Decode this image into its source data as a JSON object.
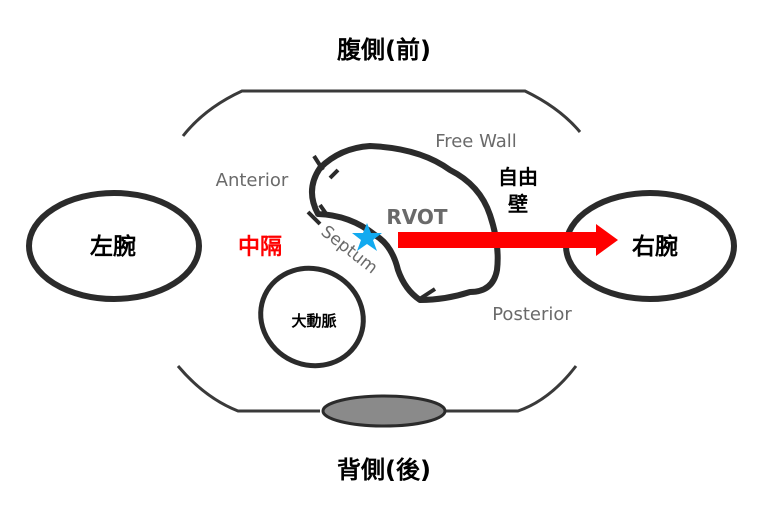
{
  "labels": {
    "ventral": "腹側(前)",
    "dorsal": "背側(後)",
    "left_arm": "左腕",
    "right_arm": "右腕",
    "septum_jp": "中隔",
    "free_wall_jp_line1": "自由",
    "free_wall_jp_line2": "壁",
    "aorta": "大動脈",
    "rvot": "RVOT",
    "anterior": "Anterior",
    "posterior": "Posterior",
    "free_wall": "Free Wall",
    "septum": "Septum"
  },
  "markers": {
    "star": "star-icon",
    "arrow": "arrow-right-icon"
  },
  "colors": {
    "outline": "#2b2b2b",
    "english_label": "#6a6a6a",
    "septum_label": "#ff0000",
    "arrow": "#ff0000",
    "star": "#12aaf0",
    "spine_fill": "#8a8a8a"
  }
}
